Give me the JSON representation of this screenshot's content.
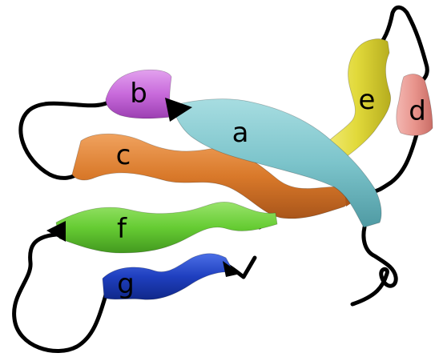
{
  "segments": [
    {
      "id": "a",
      "label": "a",
      "color": "#7cc4cb"
    },
    {
      "id": "b",
      "label": "b",
      "color": "#c86adb"
    },
    {
      "id": "c",
      "label": "c",
      "color": "#d9792a"
    },
    {
      "id": "d",
      "label": "d",
      "color": "#e8948c"
    },
    {
      "id": "e",
      "label": "e",
      "color": "#e1d93a"
    },
    {
      "id": "f",
      "label": "f",
      "color": "#66cc33"
    },
    {
      "id": "g",
      "label": "g",
      "color": "#1f3fbf"
    }
  ],
  "coil_color": "#000000"
}
